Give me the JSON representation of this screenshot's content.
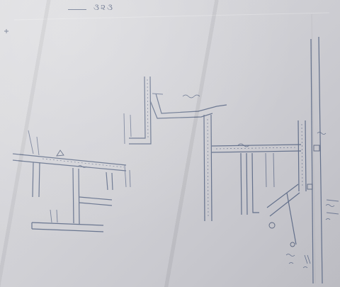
{
  "header_note": "૩૨૩ ",
  "sidebar_note": "",
  "landmark_marks": [
    "square",
    "circle",
    "square",
    "circle"
  ],
  "colors": {
    "paper": "#cfcfd4",
    "ink": "#5d6a86",
    "background": "#3a3a3c"
  }
}
